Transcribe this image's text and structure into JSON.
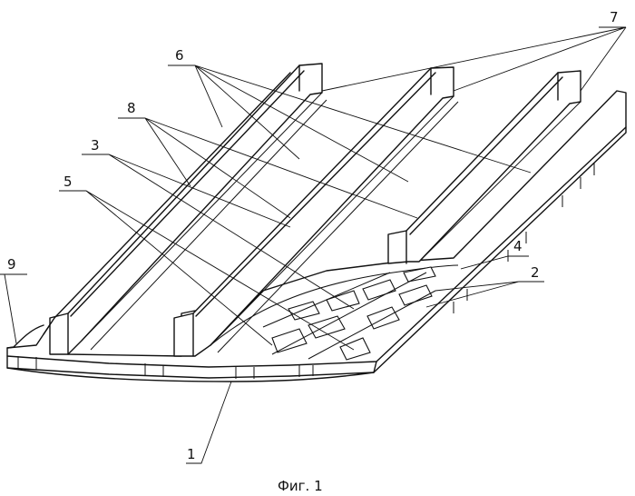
{
  "figure": {
    "caption": "Фиг. 1",
    "callouts": [
      "1",
      "2",
      "3",
      "4",
      "5",
      "6",
      "7",
      "8",
      "9"
    ]
  }
}
